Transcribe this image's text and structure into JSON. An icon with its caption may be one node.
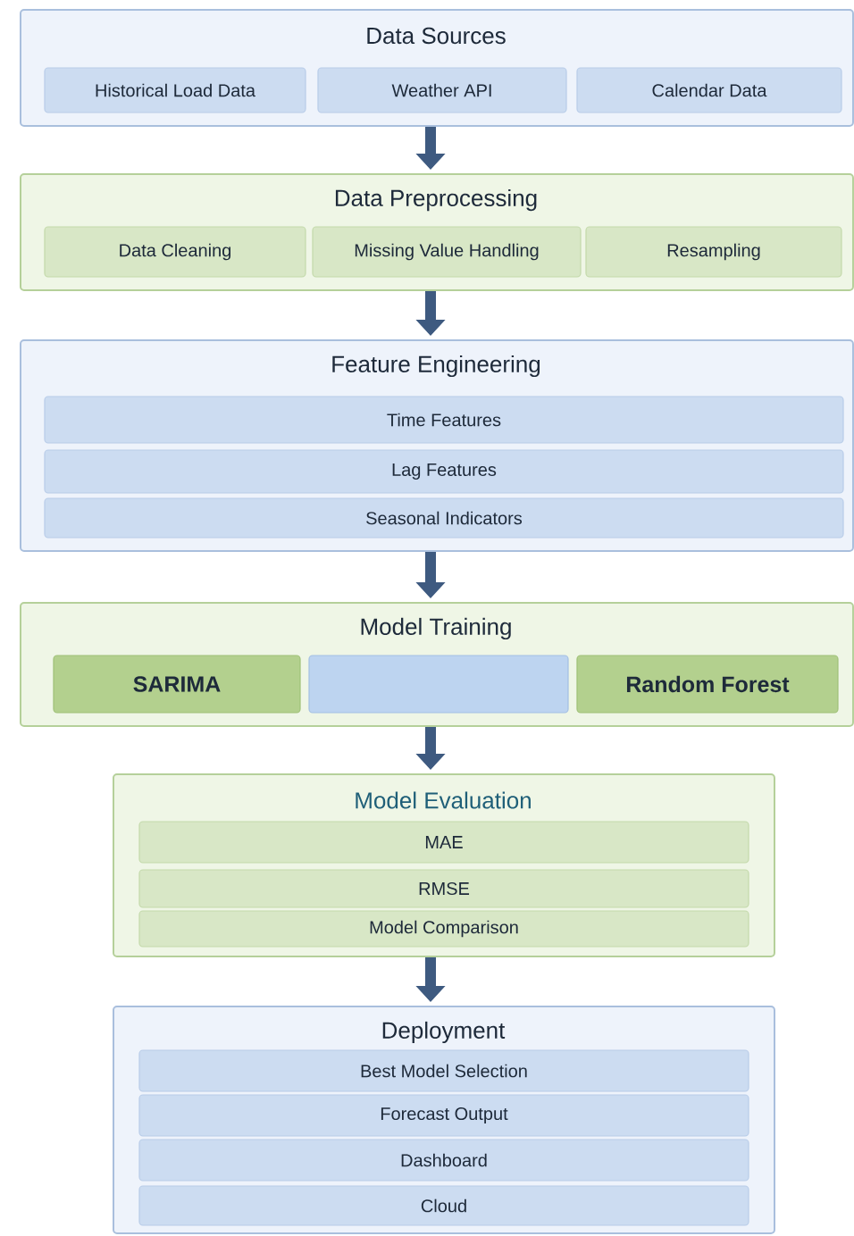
{
  "diagram": {
    "nodes": [
      {
        "text": [
          "Data Sources"
        ]
      },
      {
        "text": [
          "Historical Load Data"
        ],
        "in": 0
      },
      {
        "text": [
          "Weather API"
        ],
        "in": 0
      },
      {
        "text": [
          "Calendar Data"
        ],
        "in": 0
      },
      {
        "text": [
          "Data Preprocessing"
        ]
      },
      {
        "text": [
          "Data Cleaning"
        ],
        "in": 4
      },
      {
        "text": [
          "Missing Value Handling"
        ],
        "in": 4
      },
      {
        "text": [
          "Resampling"
        ],
        "in": 4
      },
      {
        "text": [
          "Feature Engineering"
        ]
      },
      {
        "text": [
          "Time Features"
        ],
        "in": 8
      },
      {
        "text": [
          "Lag Features"
        ],
        "in": 8
      },
      {
        "text": [
          "Seasonal Indicators"
        ],
        "in": 8
      },
      {
        "text": [
          "Model Training"
        ]
      },
      {
        "text": [
          "SARIMA"
        ],
        "in": 12
      },
      {
        "text": [],
        "shape": "box",
        "in": 12
      },
      {
        "text": [
          "Random Forest"
        ],
        "in": 12
      },
      {
        "text": [
          "Model Evaluation"
        ]
      },
      {
        "text": [
          "MAE"
        ],
        "in": 16
      },
      {
        "text": [
          "RMSE"
        ],
        "in": 16
      },
      {
        "text": [
          "Model Comparison"
        ],
        "in": 16
      },
      {
        "text": [
          "Deployment"
        ]
      },
      {
        "text": [
          "Best Model Selection"
        ],
        "in": 20
      },
      {
        "text": [
          "Forecast Output"
        ],
        "in": 20
      },
      {
        "text": [
          "Dashboard"
        ],
        "in": 20
      },
      {
        "text": [
          "Cloud"
        ],
        "in": 20
      }
    ],
    "edges": [
      {
        "from": 0,
        "to": 4,
        "arrow": "to"
      },
      {
        "from": 4,
        "to": 8,
        "arrow": "to"
      },
      {
        "from": 8,
        "to": 12,
        "arrow": "to"
      },
      {
        "from": 12,
        "to": 16,
        "arrow": "to"
      },
      {
        "from": 16,
        "to": 20,
        "arrow": "to"
      }
    ]
  }
}
